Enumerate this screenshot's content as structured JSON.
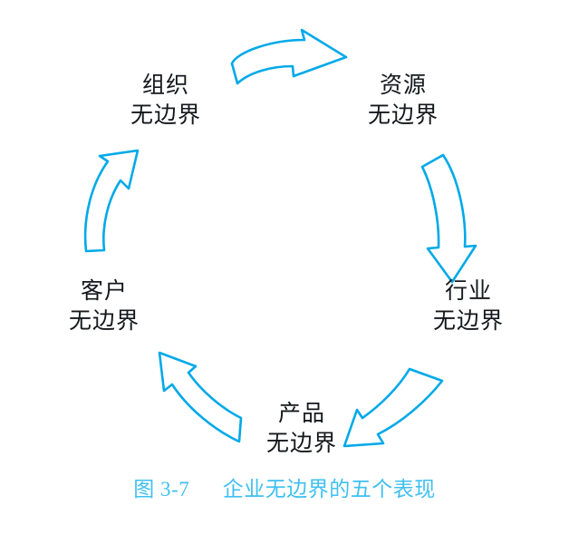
{
  "figure": {
    "caption_label": "图 3-7",
    "caption_text": "企业无边界的五个表现",
    "caption_color": "#3fc0f0",
    "arrow_color": "#00a9e8",
    "label_color": "#15181c",
    "background": "#ffffff"
  },
  "diagram": {
    "type": "cycle",
    "direction": "clockwise",
    "node_count": 5,
    "nodes": [
      {
        "id": "organization",
        "line1": "组织",
        "line2": "无边界",
        "position": "top-left"
      },
      {
        "id": "resource",
        "line1": "资源",
        "line2": "无边界",
        "position": "top-right"
      },
      {
        "id": "industry",
        "line1": "行业",
        "line2": "无边界",
        "position": "right"
      },
      {
        "id": "product",
        "line1": "产品",
        "line2": "无边界",
        "position": "bottom"
      },
      {
        "id": "customer",
        "line1": "客户",
        "line2": "无边界",
        "position": "left"
      }
    ],
    "arrows": [
      {
        "id": "arrow-organization-to-resource",
        "from": "organization",
        "to": "resource",
        "direction": "right"
      },
      {
        "id": "arrow-resource-to-industry",
        "from": "resource",
        "to": "industry",
        "direction": "down"
      },
      {
        "id": "arrow-industry-to-product",
        "from": "industry",
        "to": "product",
        "direction": "down-left"
      },
      {
        "id": "arrow-product-to-customer",
        "from": "product",
        "to": "customer",
        "direction": "up-left"
      },
      {
        "id": "arrow-customer-to-organization",
        "from": "customer",
        "to": "organization",
        "direction": "up"
      }
    ]
  }
}
